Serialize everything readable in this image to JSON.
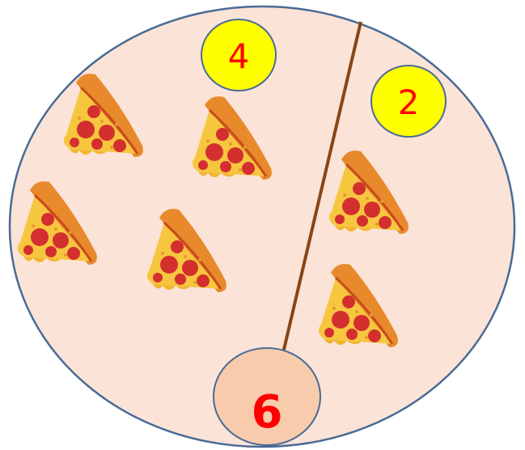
{
  "left_group": {
    "count_label": "4",
    "slices": 4
  },
  "right_group": {
    "count_label": "2",
    "slices": 2
  },
  "total": {
    "label": "6"
  },
  "colors": {
    "plate_fill": "#fbe3d8",
    "plate_stroke": "#4a6b95",
    "divider": "#8b4513",
    "bubble_fill": "#ffff00",
    "bubble_stroke": "#4a6b95",
    "total_fill": "#f8cbad",
    "number_color": "#ff0000"
  },
  "icons": [
    "pizza-slice-icon"
  ]
}
